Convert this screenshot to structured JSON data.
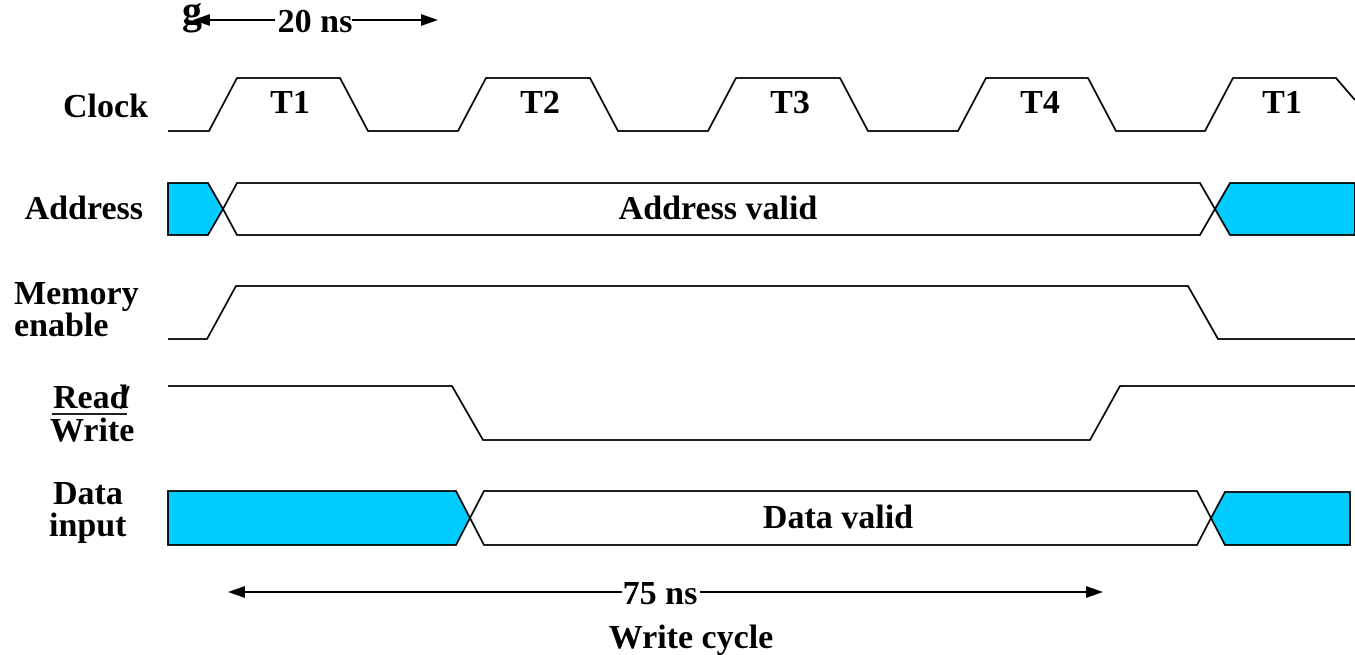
{
  "title_fragment": "g",
  "top_period": "20 ns",
  "signals": {
    "clock": "Clock",
    "address": "Address",
    "memory_enable_1": "Memory",
    "memory_enable_2": "enable",
    "read": "Read",
    "read_slash": "/",
    "write": "Write",
    "data_input_1": "Data",
    "data_input_2": "input"
  },
  "clock_cycles": [
    "T1",
    "T2",
    "T3",
    "T4",
    "T1"
  ],
  "address_label": "Address valid",
  "data_label": "Data valid",
  "cycle_duration": "75 ns",
  "cycle_name": "Write cycle",
  "colors": {
    "invalid_fill": "#00ccff",
    "line": "#000000",
    "background": "#ffffff"
  }
}
